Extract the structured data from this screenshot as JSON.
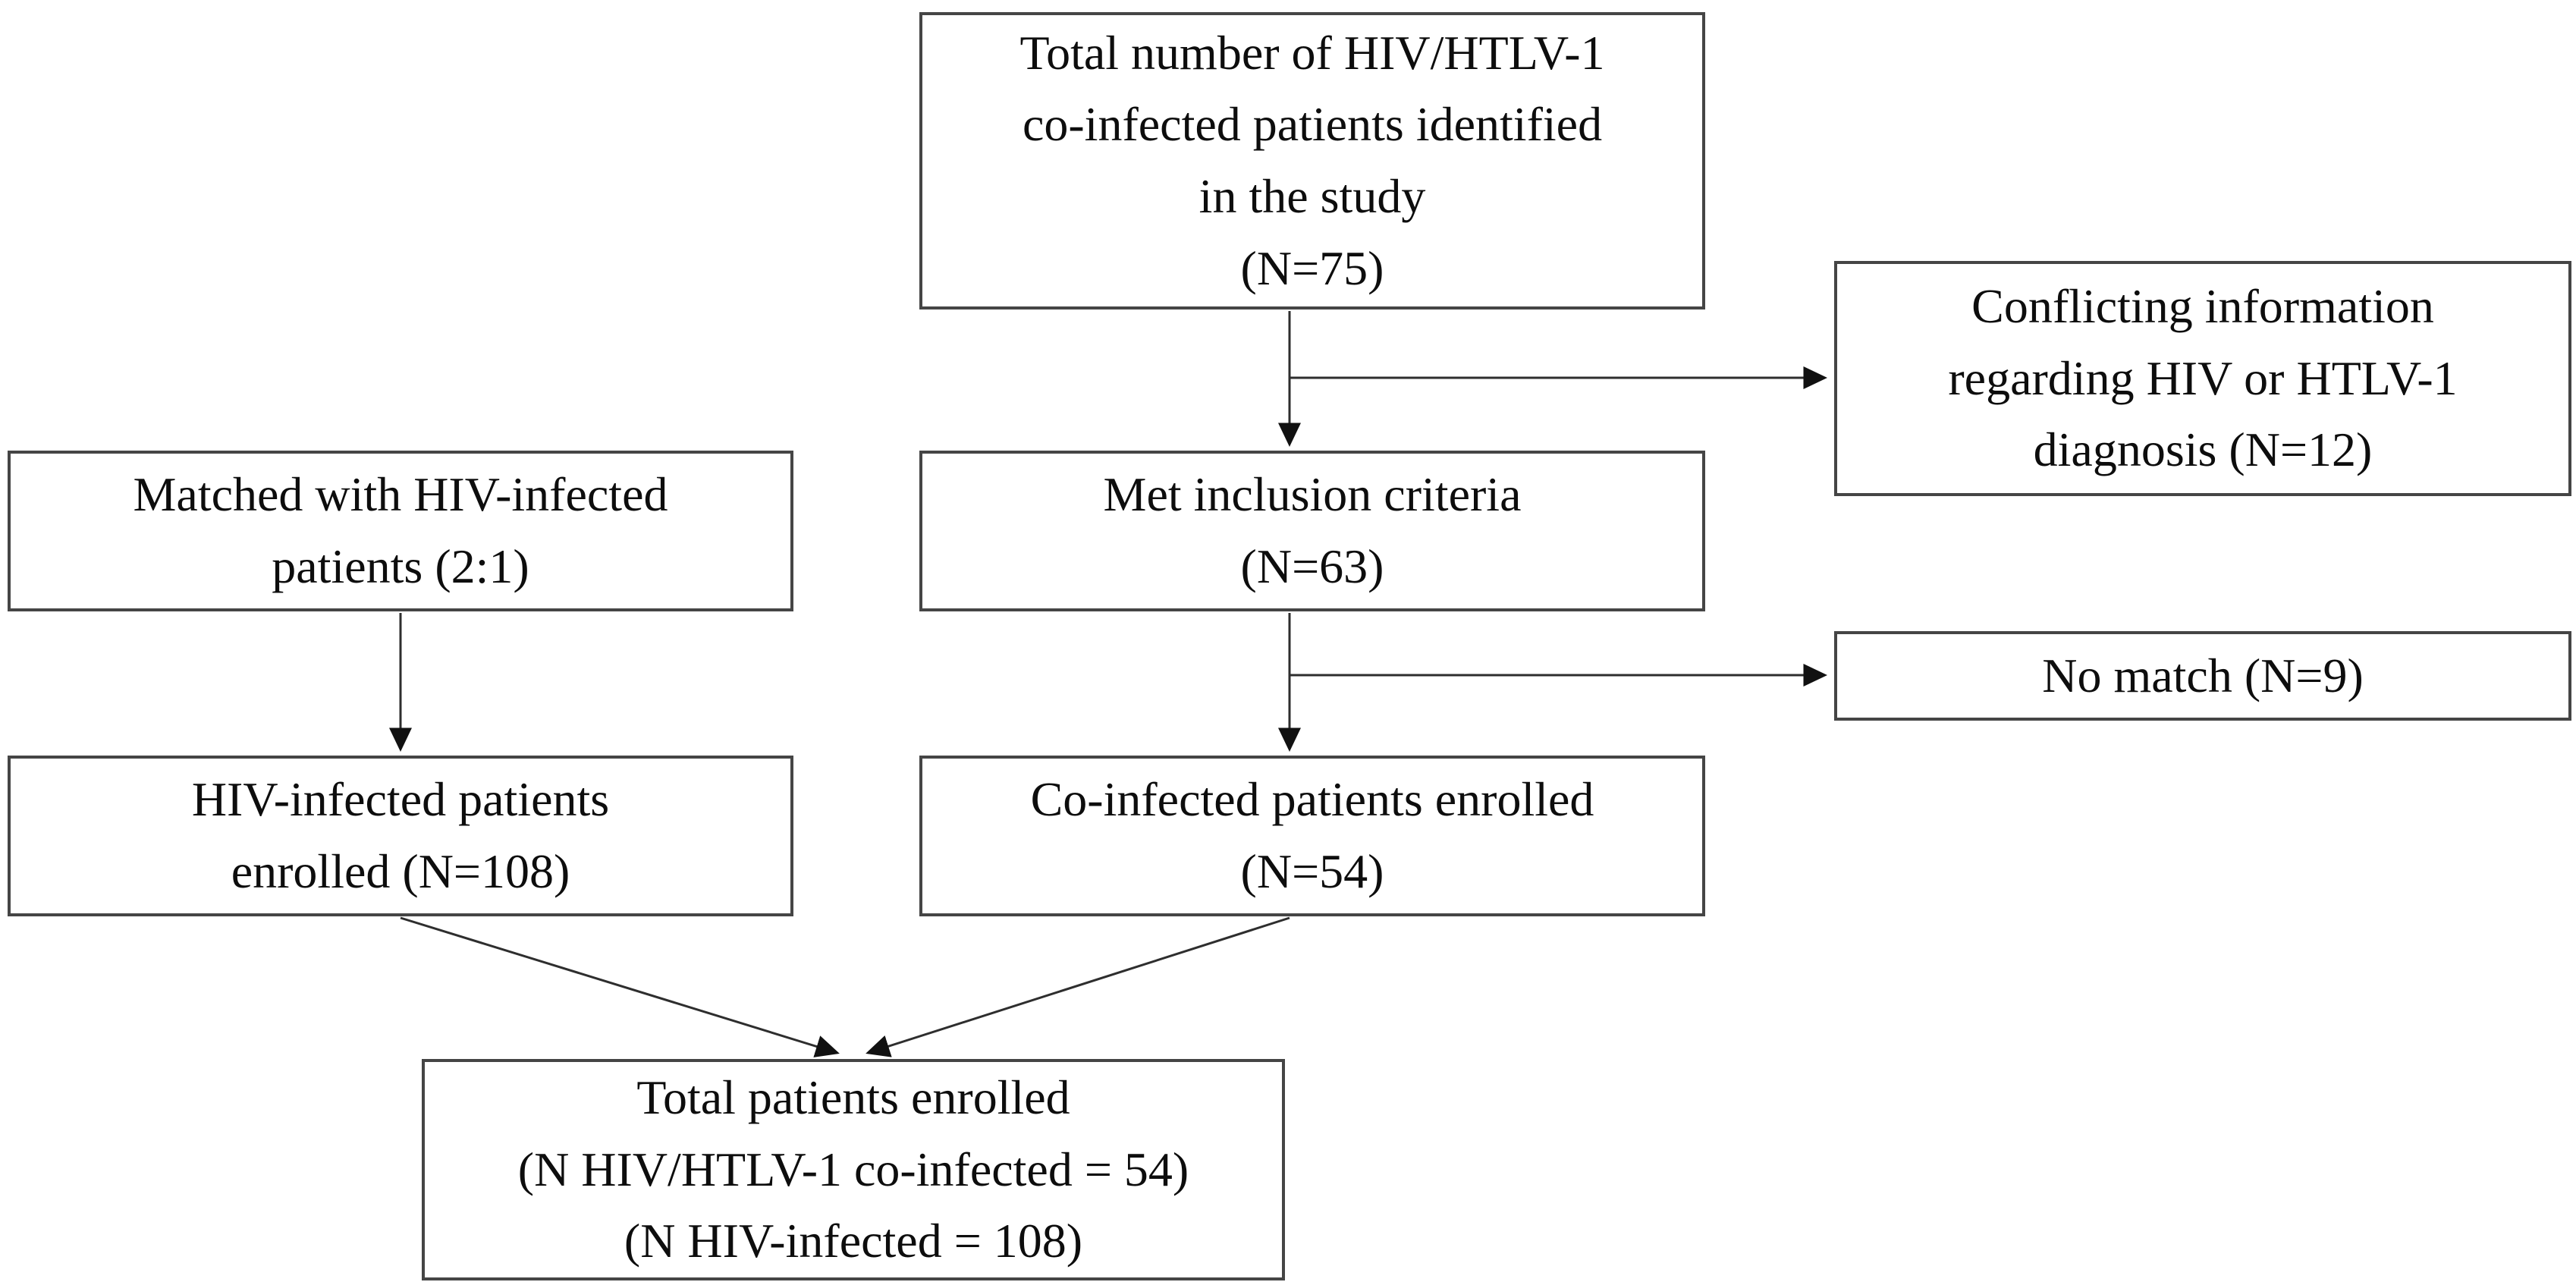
{
  "diagram": {
    "type": "flowchart",
    "nodes": {
      "total_identified": {
        "label": "Total number of HIV/HTLV-1\nco-infected patients identified\nin the study\n(N=75)",
        "n": 75
      },
      "conflicting_info": {
        "label": "Conflicting information\nregarding HIV or HTLV-1\ndiagnosis (N=12)",
        "n": 12
      },
      "matched": {
        "label": "Matched with HIV-infected\npatients (2:1)",
        "ratio": "2:1"
      },
      "met_criteria": {
        "label": "Met inclusion criteria\n(N=63)",
        "n": 63
      },
      "no_match": {
        "label": "No match (N=9)",
        "n": 9
      },
      "hiv_enrolled": {
        "label": "HIV-infected patients\nenrolled (N=108)",
        "n": 108
      },
      "co_enrolled": {
        "label": "Co-infected patients enrolled\n(N=54)",
        "n": 54
      },
      "total_enrolled": {
        "label": "Total patients enrolled\n(N HIV/HTLV-1 co-infected = 54)\n(N HIV-infected = 108)",
        "n_co_infected": 54,
        "n_hiv_infected": 108
      }
    },
    "edges": [
      {
        "from": "total_identified",
        "to": "met_criteria",
        "style": "arrow-down"
      },
      {
        "from": "total_identified",
        "to": "conflicting_info",
        "style": "arrow-right-branch"
      },
      {
        "from": "met_criteria",
        "to": "co_enrolled",
        "style": "arrow-down"
      },
      {
        "from": "met_criteria",
        "to": "no_match",
        "style": "arrow-right-branch"
      },
      {
        "from": "matched",
        "to": "hiv_enrolled",
        "style": "arrow-down"
      },
      {
        "from": "hiv_enrolled",
        "to": "total_enrolled",
        "style": "arrow-diagonal"
      },
      {
        "from": "co_enrolled",
        "to": "total_enrolled",
        "style": "arrow-diagonal"
      }
    ]
  },
  "colors": {
    "background": "#ffffff",
    "box_border": "#454545",
    "text": "#0d0d0d",
    "connector": "#2e2e2e"
  }
}
